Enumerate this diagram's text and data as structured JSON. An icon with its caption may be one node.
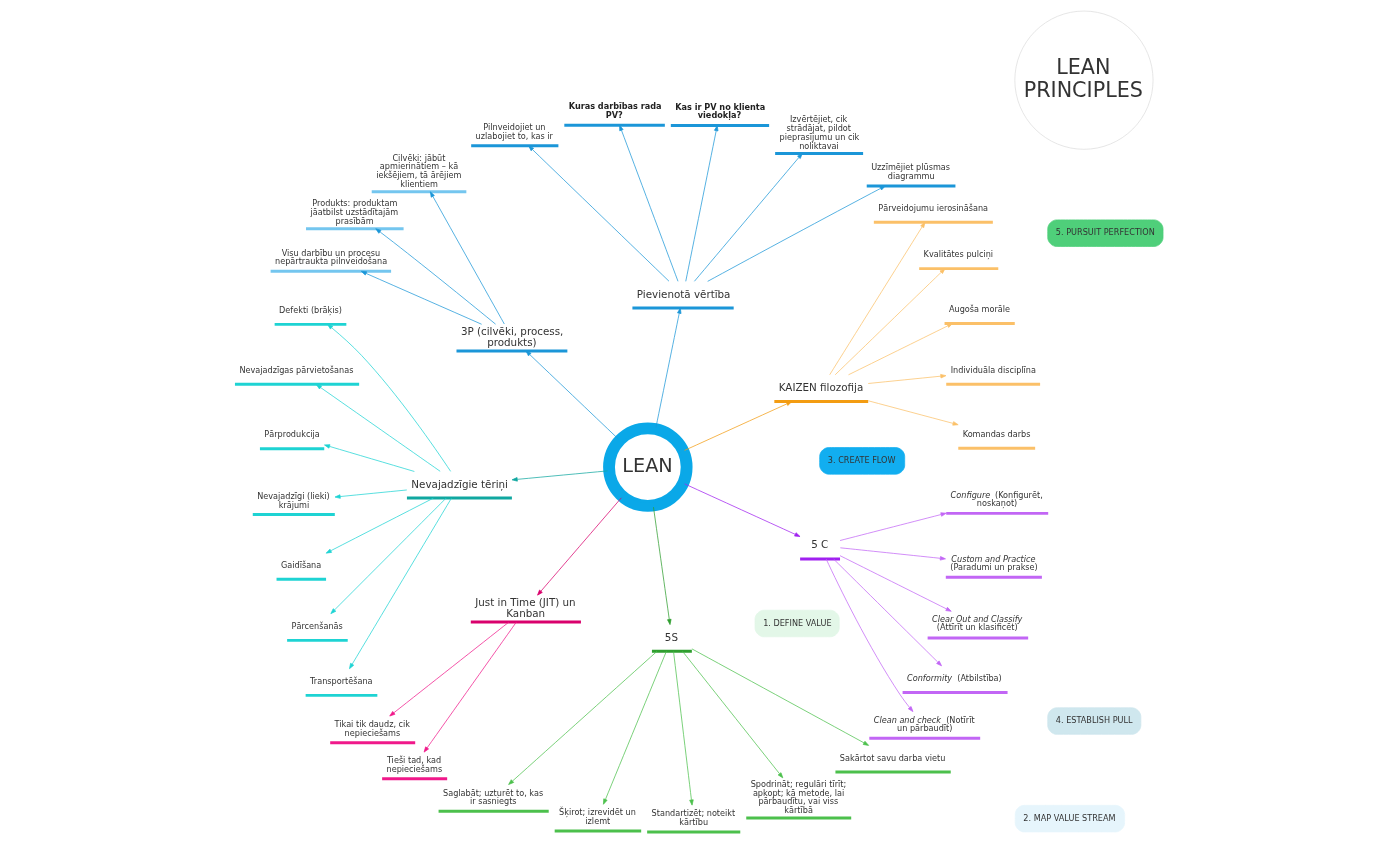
{
  "diagram": {
    "nodes": [
      {
        "text": [
          "LEAN"
        ]
      },
      {
        "text": [
          "KAIZEN filozofija"
        ]
      },
      {
        "text": [
          "Komandas darbs"
        ]
      },
      {
        "text": [
          "Individuāla disciplīna"
        ]
      },
      {
        "text": [
          "Augoša morāle"
        ]
      },
      {
        "text": [
          "Kvalitātes pulciņi"
        ]
      },
      {
        "text": [
          "Pārveidojumu ierosināšana"
        ]
      },
      {
        "text": [
          "Pievienotā vērtība"
        ]
      },
      {
        "text": [
          "Uzzīmējiet plūsmas diagrammu"
        ]
      },
      {
        "text": [
          "Izvērtējiet, cik strādājat, pildot pieprasījumu un cik noliktavai"
        ]
      },
      {
        "text": [
          "Kas ir PV no klienta viedokļa?"
        ]
      },
      {
        "text": [
          "Kuras darbības rada PV?"
        ]
      },
      {
        "text": [
          "Pilnveidojiet un uzlabojiet to, kas ir"
        ]
      },
      {
        "text": [
          "3P (cilvēki, process, produkts)"
        ]
      },
      {
        "text": [
          "Cilvēki: jābūt apmierinātiem – kā iekšējiem, tā ārējiem klientiem"
        ]
      },
      {
        "text": [
          "Produkts: produktam jāatbilst uzstādītajām prasībām"
        ]
      },
      {
        "text": [
          "Visu darbību un procesu nepārtraukta pilnveidošana"
        ]
      },
      {
        "text": [
          "Nevajadzīgie tēriņi"
        ]
      },
      {
        "text": [
          "Defekti (brāķis)"
        ]
      },
      {
        "text": [
          "Nevajadzīgas pārvietošanas"
        ]
      },
      {
        "text": [
          "Pārprodukcija"
        ]
      },
      {
        "text": [
          "Nevajadzīgi (lieki) krājumi"
        ]
      },
      {
        "text": [
          "Gaidīšana"
        ]
      },
      {
        "text": [
          "Pārcenšanās"
        ]
      },
      {
        "text": [
          "Transportēšana"
        ]
      },
      {
        "text": [
          "Just in Time (JIT) un Kanban"
        ]
      },
      {
        "text": [
          "Tikai tik daudz, cik nepieciešams"
        ]
      },
      {
        "text": [
          "Tieši tad, kad nepieciešams"
        ]
      },
      {
        "text": [
          "5S"
        ]
      },
      {
        "text": [
          "Saglabāt; uzturēt to, kas ir sasniegts"
        ]
      },
      {
        "text": [
          "Šķirot; izrevidēt un izlemt"
        ]
      },
      {
        "text": [
          "Standartizēt; noteikt kārtību"
        ]
      },
      {
        "text": [
          "Spodrināt; regulāri tīrīt; apkopt; kā metode, lai pārbaudītu, vai viss kārtībā"
        ]
      },
      {
        "text": [
          "Sakārtot savu darba vietu"
        ]
      },
      {
        "text": [
          "5 C"
        ]
      },
      {
        "text": [
          "*Clean and check* (Notīrīt un pārbaudīt)"
        ]
      },
      {
        "text": [
          "*Conformity* (Atbilstība)"
        ]
      },
      {
        "text": [
          "*Clear Out and Classify* (Attīrīt un klasificēt)"
        ]
      },
      {
        "text": [
          "*Custom and Practice* (Paradumi un prakse)"
        ]
      },
      {
        "text": [
          "*Configure* (Konfigurēt, noskaņot)"
        ]
      },
      {
        "text": [
          "LEAN PRINCIPLES"
        ]
      },
      {
        "text": [
          "1. DEFINE VALUE"
        ]
      },
      {
        "text": [
          "2. MAP VALUE STREAM"
        ]
      },
      {
        "text": [
          "3. CREATE FLOW"
        ]
      },
      {
        "text": [
          "4. ESTABLISH PULL"
        ]
      },
      {
        "text": [
          "5. PURSUIT PERFECTION"
        ]
      }
    ],
    "edges": [
      {
        "from": 0,
        "to": 1,
        "arrow": "to",
        "color": "#f39c12"
      },
      {
        "from": 1,
        "to": 2,
        "arrow": "to",
        "color": "#fbc068"
      },
      {
        "from": 1,
        "to": 3,
        "arrow": "to",
        "color": "#fbc068"
      },
      {
        "from": 1,
        "to": 4,
        "arrow": "to",
        "color": "#fbc068"
      },
      {
        "from": 1,
        "to": 5,
        "arrow": "to",
        "color": "#fbc068"
      },
      {
        "from": 1,
        "to": 6,
        "arrow": "to",
        "color": "#fbc068"
      },
      {
        "from": 0,
        "to": 7,
        "arrow": "to",
        "color": "#1b96d8"
      },
      {
        "from": 7,
        "to": 8,
        "arrow": "to",
        "color": "#1b96d8"
      },
      {
        "from": 7,
        "to": 9,
        "arrow": "to",
        "color": "#1b96d8"
      },
      {
        "from": 7,
        "to": 10,
        "arrow": "to",
        "color": "#1b96d8"
      },
      {
        "from": 7,
        "to": 11,
        "arrow": "to",
        "color": "#1b96d8"
      },
      {
        "from": 7,
        "to": 12,
        "arrow": "to",
        "color": "#1b96d8"
      },
      {
        "from": 0,
        "to": 13,
        "arrow": "to",
        "color": "#1b96d8"
      },
      {
        "from": 13,
        "to": 14,
        "arrow": "to",
        "color": "#1b96d8"
      },
      {
        "from": 13,
        "to": 15,
        "arrow": "to",
        "color": "#1b96d8"
      },
      {
        "from": 13,
        "to": 16,
        "arrow": "to",
        "color": "#1b96d8"
      },
      {
        "from": 0,
        "to": 17,
        "arrow": "to",
        "color": "#10a7a0"
      },
      {
        "from": 17,
        "to": 18,
        "arrow": "to",
        "color": "#1ed3d3"
      },
      {
        "from": 17,
        "to": 19,
        "arrow": "to",
        "color": "#1ed3d3"
      },
      {
        "from": 17,
        "to": 20,
        "arrow": "to",
        "color": "#1ed3d3"
      },
      {
        "from": 17,
        "to": 21,
        "arrow": "to",
        "color": "#1ed3d3"
      },
      {
        "from": 17,
        "to": 22,
        "arrow": "to",
        "color": "#1ed3d3"
      },
      {
        "from": 17,
        "to": 23,
        "arrow": "to",
        "color": "#1ed3d3"
      },
      {
        "from": 17,
        "to": 24,
        "arrow": "to",
        "color": "#1ed3d3"
      },
      {
        "from": 0,
        "to": 25,
        "arrow": "to",
        "color": "#d9006c"
      },
      {
        "from": 25,
        "to": 26,
        "arrow": "to",
        "color": "#f0188a"
      },
      {
        "from": 25,
        "to": 27,
        "arrow": "to",
        "color": "#f0188a"
      },
      {
        "from": 0,
        "to": 28,
        "arrow": "to",
        "color": "#2e9e2e"
      },
      {
        "from": 28,
        "to": 29,
        "arrow": "to",
        "color": "#4cc04c"
      },
      {
        "from": 28,
        "to": 30,
        "arrow": "to",
        "color": "#4cc04c"
      },
      {
        "from": 28,
        "to": 31,
        "arrow": "to",
        "color": "#4cc04c"
      },
      {
        "from": 28,
        "to": 32,
        "arrow": "to",
        "color": "#4cc04c"
      },
      {
        "from": 28,
        "to": 33,
        "arrow": "to",
        "color": "#4cc04c"
      },
      {
        "from": 0,
        "to": 34,
        "arrow": "to",
        "color": "#a020f0"
      },
      {
        "from": 34,
        "to": 35,
        "arrow": "to",
        "color": "#c266f5"
      },
      {
        "from": 34,
        "to": 36,
        "arrow": "to",
        "color": "#c266f5"
      },
      {
        "from": 34,
        "to": 37,
        "arrow": "to",
        "color": "#c266f5"
      },
      {
        "from": 34,
        "to": 38,
        "arrow": "to",
        "color": "#c266f5"
      },
      {
        "from": 34,
        "to": 39,
        "arrow": "to",
        "color": "#c266f5"
      }
    ]
  }
}
